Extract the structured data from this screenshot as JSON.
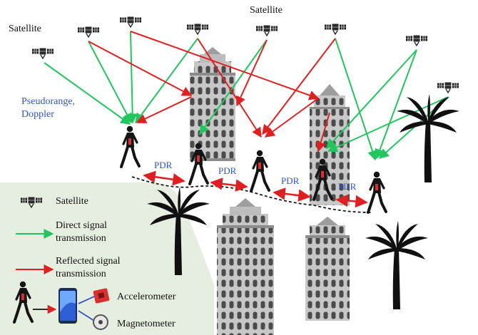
{
  "satellite_labels": {
    "top_left": "Satellite",
    "top_center": "Satellite"
  },
  "measurement_label": {
    "line1": "Pseudorange,",
    "line2": "Doppler"
  },
  "pdr_labels": [
    "PDR",
    "PDR",
    "PDR",
    "PDR"
  ],
  "legend": {
    "satellite": "Satellite",
    "direct_line1": "Direct signal",
    "direct_line2": "transmission",
    "reflected_line1": "Reflected signal",
    "reflected_line2": "transmission",
    "accelerometer": "Accelerometer",
    "magnetometer": "Magnetometer"
  },
  "colors": {
    "direct": "#22c55e",
    "reflected": "#e02020",
    "label_blue": "#2f55c8",
    "legend_bg": "#e6eedf",
    "pdr_arrow": "#e02020"
  },
  "icons": [
    "satellite-icon",
    "pedestrian-icon",
    "building-icon",
    "palm-tree-icon",
    "smartphone-icon",
    "accelerometer-icon",
    "magnetometer-icon"
  ]
}
